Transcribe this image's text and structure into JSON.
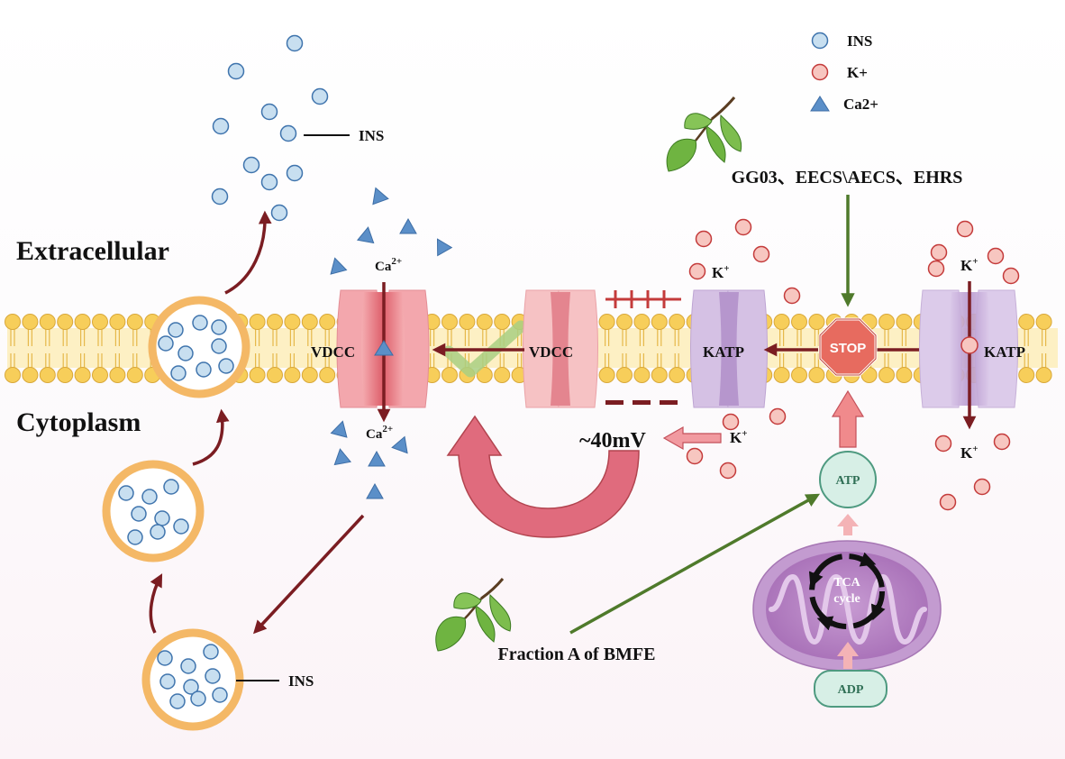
{
  "regions": {
    "extracellular": "Extracellular",
    "cytoplasm": "Cytoplasm"
  },
  "legend": {
    "ins": "INS",
    "k": "K+",
    "ca": "Ca2+"
  },
  "labels": {
    "ins_top": "INS",
    "ins_bottom": "INS",
    "vdcc_left": "VDCC",
    "vdcc_mid": "VDCC",
    "katp_left": "KATP",
    "katp_right": "KATP",
    "ca_top": "Ca",
    "ca_top_sup": "2+",
    "ca_bottom": "Ca",
    "ca_bottom_sup": "2+",
    "k_top_left": "K",
    "k_top_left_sup": "+",
    "k_top_right": "K",
    "k_top_right_sup": "+",
    "k_bottom_right": "K",
    "k_bottom_right_sup": "+",
    "k_mid": "K",
    "k_mid_sup": "+",
    "potential": "~40mV",
    "stop": "STOP",
    "atp": "ATP",
    "adp": "ADP",
    "tca_line1": "TCA",
    "tca_line2": "cycle",
    "compounds": "GG03、EECS\\AECS、EHRS",
    "fraction": "Fraction A of BMFE"
  },
  "colors": {
    "membrane_head": "#f7ce5a",
    "vesicle_ring": "#f4b866",
    "ins_fill": "#c8dff0",
    "ins_stroke": "#3f74ad",
    "k_fill": "#f7c6c0",
    "k_stroke": "#c43b3b",
    "ca_fill": "#5b8fc8",
    "arrow_dark": "#7b1d22",
    "arrow_green": "#4f7a2b",
    "vdcc_channel": "#e06b76",
    "katp_channel": "#c7afd9",
    "stop_fill": "#e76b5f",
    "mito_fill": "#b782c3"
  }
}
